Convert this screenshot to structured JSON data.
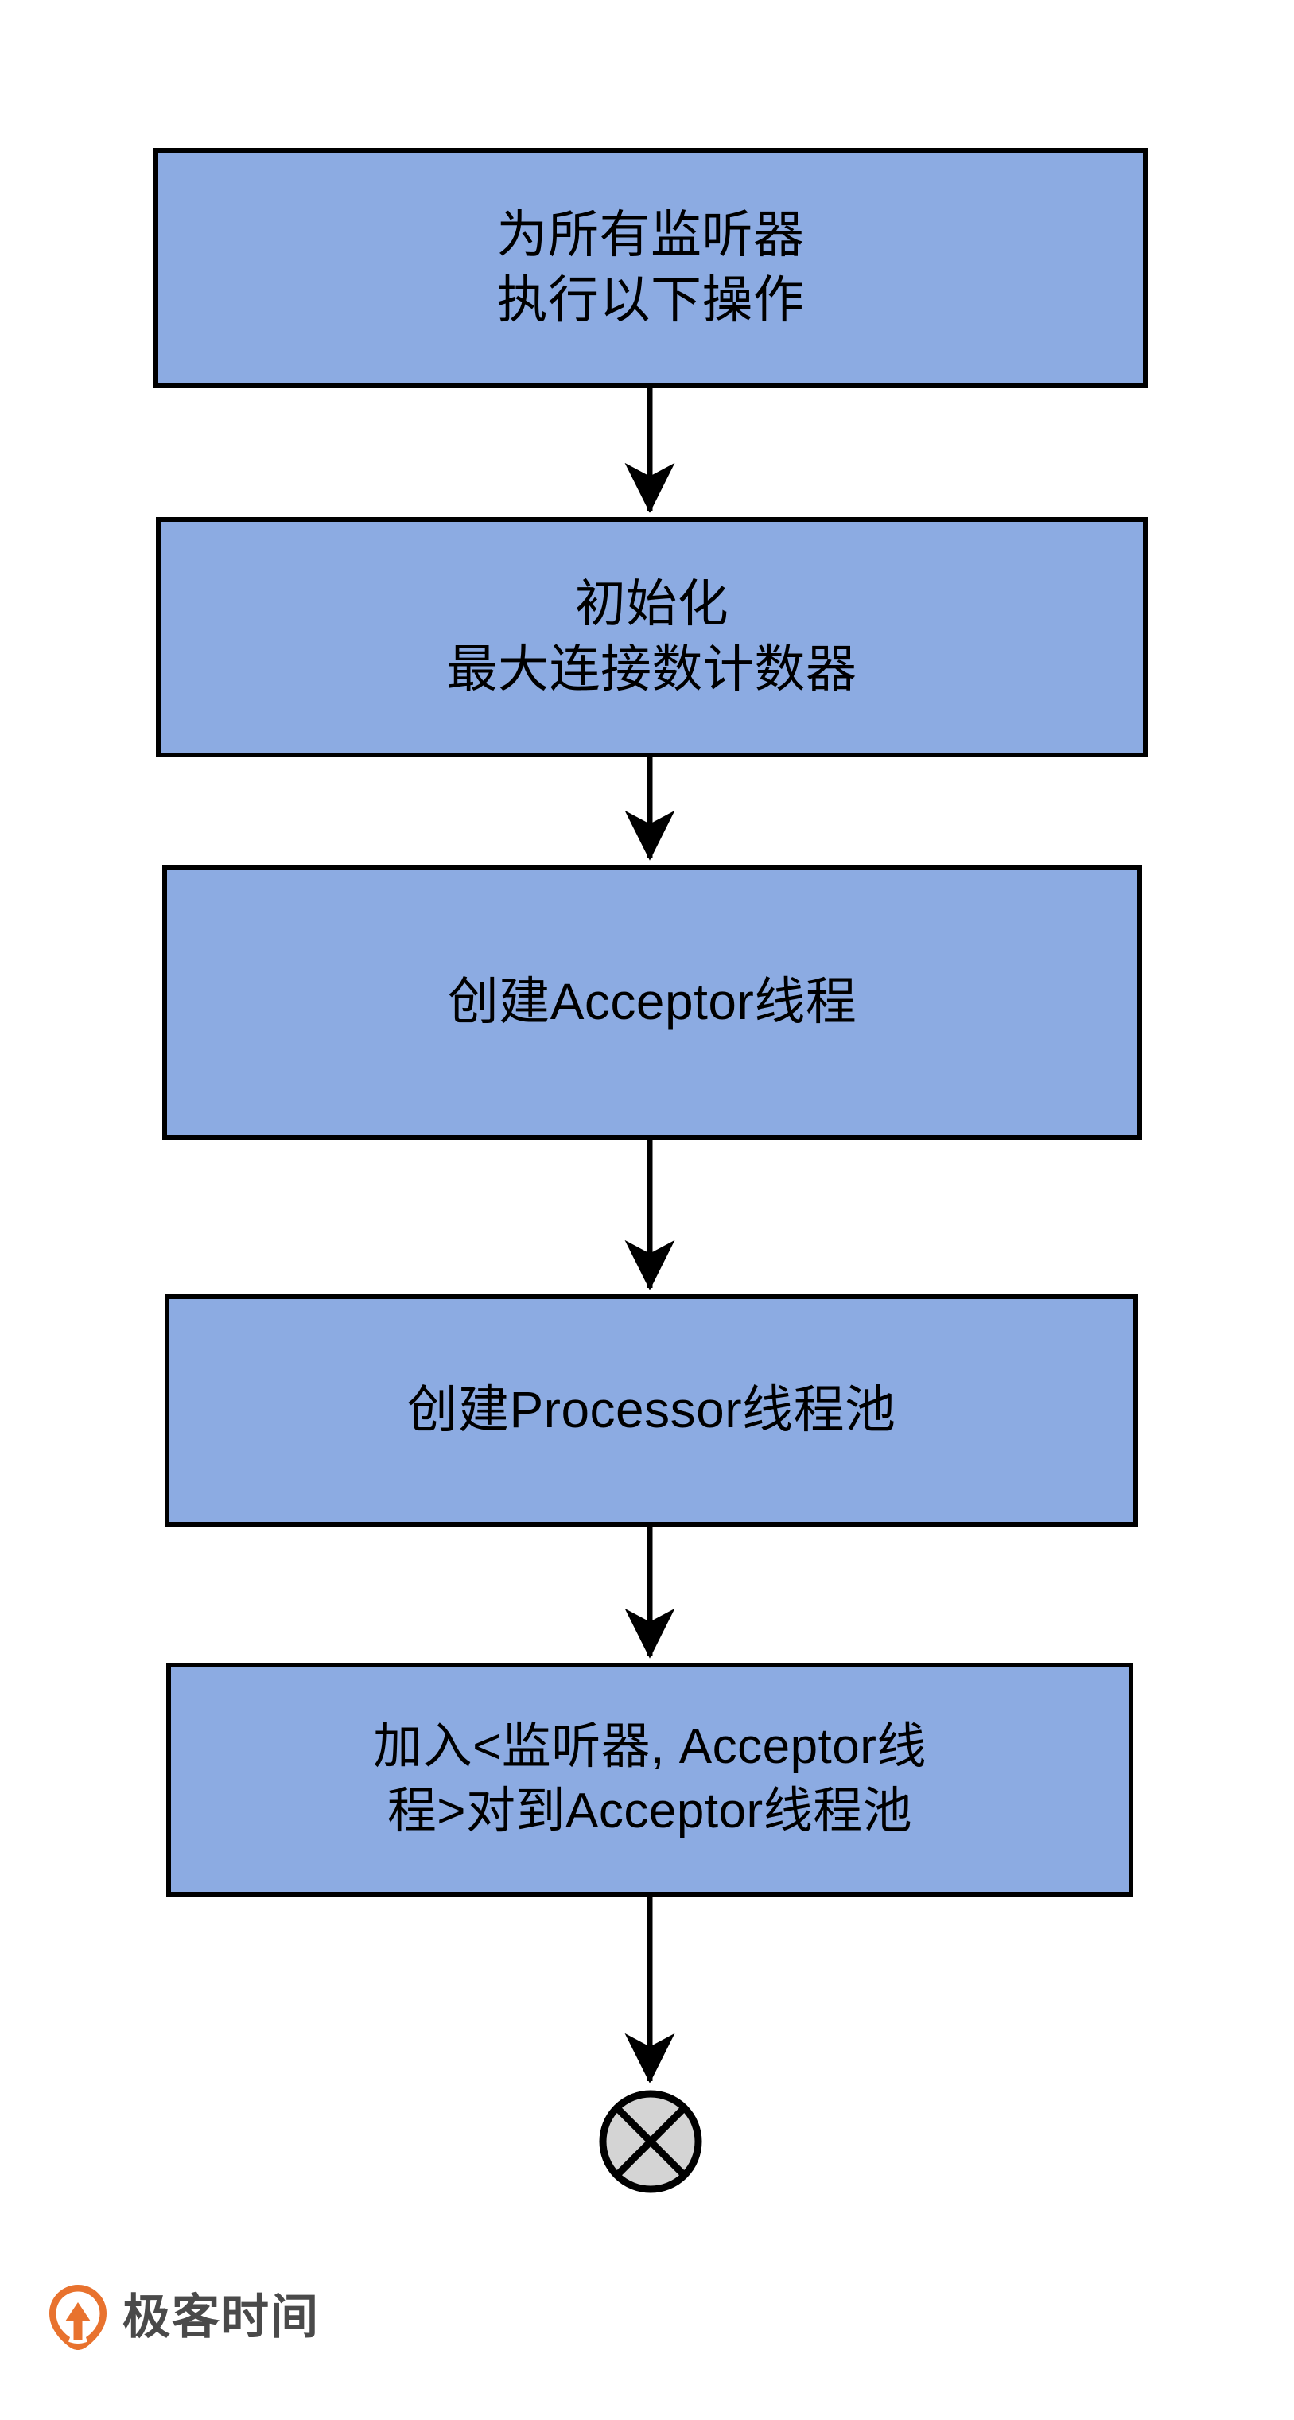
{
  "diagram": {
    "type": "flowchart",
    "direction": "top-to-bottom",
    "background_color": "#FFFFFF",
    "node_fill_color": "#8CABE2",
    "node_border_color": "#000000",
    "text_color": "#000000",
    "connector_color": "#000000",
    "nodes": [
      {
        "id": "n1",
        "shape": "process",
        "lines": [
          "为所有监听器",
          "执行以下操作"
        ],
        "text": "为所有监听器\n执行以下操作"
      },
      {
        "id": "n2",
        "shape": "process",
        "lines": [
          "初始化",
          "最大连接数计数器"
        ],
        "text": "初始化\n最大连接数计数器"
      },
      {
        "id": "n3",
        "shape": "process",
        "lines": [
          "创建Acceptor线程"
        ],
        "text": "创建Acceptor线程"
      },
      {
        "id": "n4",
        "shape": "process",
        "lines": [
          "创建Processor线程池"
        ],
        "text": "创建Processor线程池"
      },
      {
        "id": "n5",
        "shape": "process",
        "lines": [
          "加入<监听器, Acceptor线",
          "程>对到Acceptor线程池"
        ],
        "text": "加入<监听器, Acceptor线程>对到Acceptor线程池"
      },
      {
        "id": "end",
        "shape": "terminator-circle-x",
        "fill_color": "#D4D4D4",
        "text": ""
      }
    ],
    "edges": [
      {
        "from": "n1",
        "to": "n2",
        "label": ""
      },
      {
        "from": "n2",
        "to": "n3",
        "label": ""
      },
      {
        "from": "n3",
        "to": "n4",
        "label": ""
      },
      {
        "from": "n4",
        "to": "n5",
        "label": ""
      },
      {
        "from": "n5",
        "to": "end",
        "label": ""
      }
    ]
  },
  "brand": {
    "name": "极客时间",
    "mark_color": "#E8722E",
    "text_color": "#4A4A4A"
  }
}
